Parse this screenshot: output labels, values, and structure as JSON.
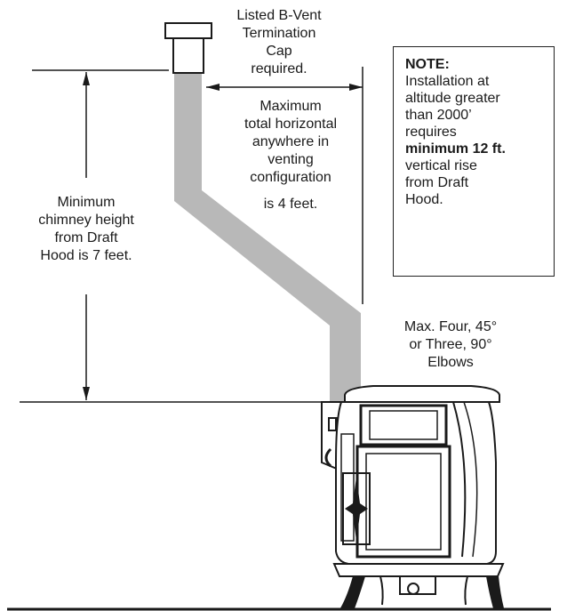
{
  "cap_label": [
    "Listed B-Vent",
    "Termination",
    "Cap",
    "required."
  ],
  "horizontal_label": [
    "Maximum",
    "total horizontal",
    "anywhere in",
    "venting",
    "configuration",
    "is 4 feet."
  ],
  "height_label": [
    "Minimum",
    "chimney height",
    "from Draft",
    "Hood is 7 feet."
  ],
  "elbows_label": [
    "Max. Four, 45°",
    "or Three, 90°",
    "Elbows"
  ],
  "note": {
    "title": "NOTE:",
    "line1": "Installation at",
    "line2": "altitude greater",
    "line3": "than 2000’",
    "line4": "requires",
    "bold": "minimum 12 ft.",
    "line5": "vertical rise",
    "line6": "from Draft",
    "line7": "Hood."
  },
  "colors": {
    "pipe": "#b8b8b8",
    "line": "#1a1a1a",
    "stove_fill": "#ffffff"
  },
  "icons": [
    "termination-cap-icon",
    "stove-icon",
    "star-icon"
  ]
}
